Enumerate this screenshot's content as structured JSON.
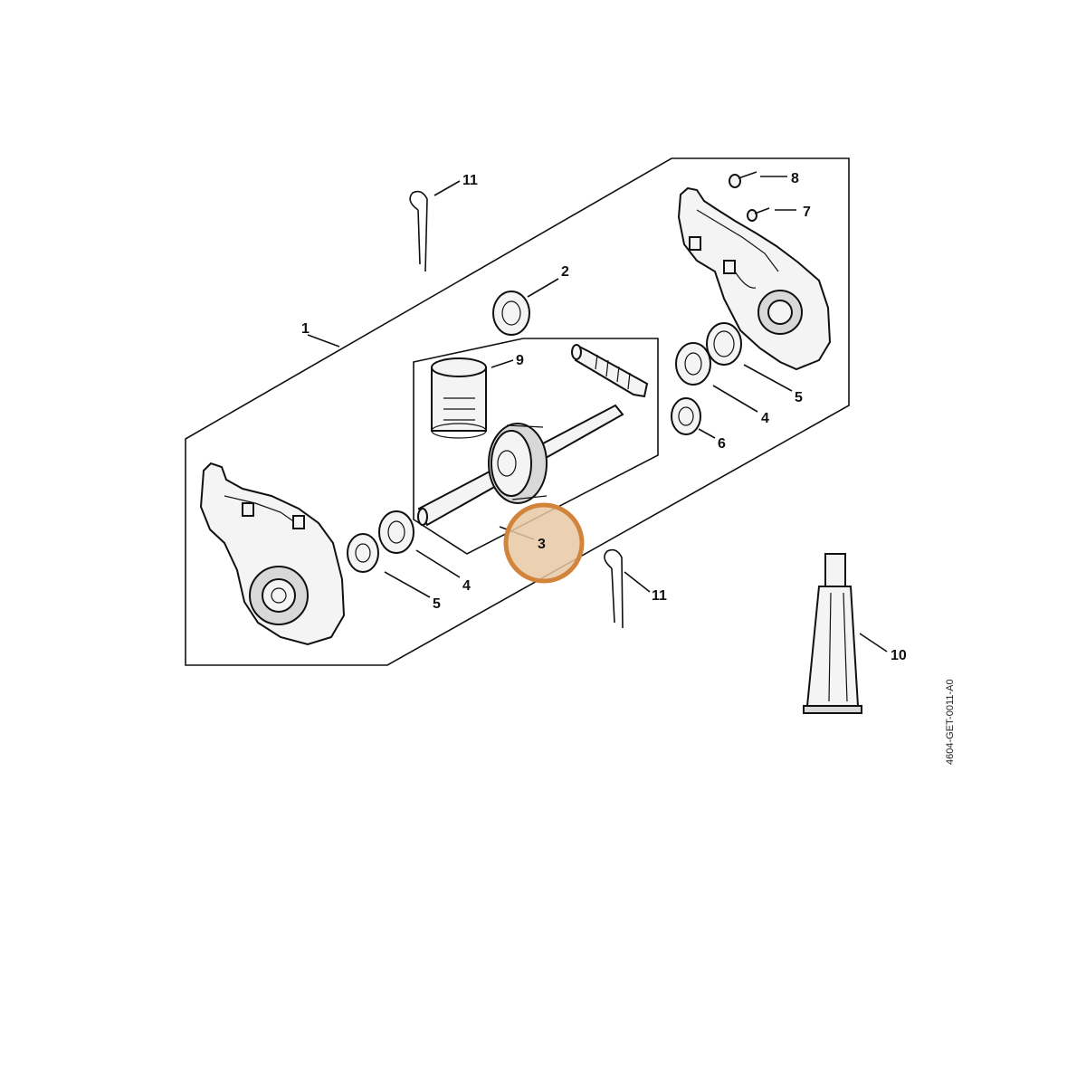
{
  "diagram": {
    "callouts": {
      "c1": "1",
      "c2": "2",
      "c3": "3",
      "c4a": "4",
      "c4b": "4",
      "c5a": "5",
      "c5b": "5",
      "c6": "6",
      "c7": "7",
      "c8": "8",
      "c9": "9",
      "c10": "10",
      "c11a": "11",
      "c11b": "11"
    },
    "drawing_code": "4604-GET-0011-A0",
    "highlight_color": "#d2843a",
    "highlight_fill": "#e8c8a4"
  }
}
